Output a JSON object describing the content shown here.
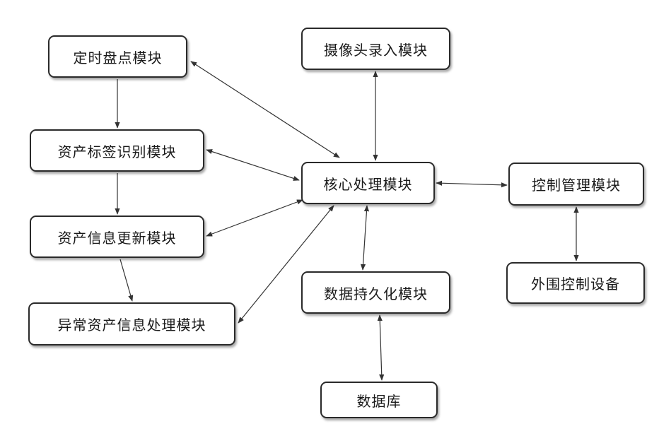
{
  "modules": {
    "timer": "定时盘点模块",
    "camera": "摄像头录入模块",
    "tag": "资产标签识别模块",
    "core": "核心处理模块",
    "control": "控制管理模块",
    "update": "资产信息更新模块",
    "persist": "数据持久化模块",
    "peripheral": "外围控制设备",
    "abnormal": "异常资产信息处理模块",
    "database": "数据库"
  },
  "connections": [
    {
      "from": "timer",
      "to": "tag",
      "direction": "one-way"
    },
    {
      "from": "tag",
      "to": "update",
      "direction": "one-way"
    },
    {
      "from": "update",
      "to": "abnormal",
      "direction": "one-way"
    },
    {
      "from": "timer",
      "to": "core",
      "direction": "two-way"
    },
    {
      "from": "tag",
      "to": "core",
      "direction": "two-way"
    },
    {
      "from": "update",
      "to": "core",
      "direction": "two-way"
    },
    {
      "from": "abnormal",
      "to": "core",
      "direction": "two-way"
    },
    {
      "from": "camera",
      "to": "core",
      "direction": "two-way"
    },
    {
      "from": "core",
      "to": "persist",
      "direction": "two-way"
    },
    {
      "from": "core",
      "to": "control",
      "direction": "two-way"
    },
    {
      "from": "control",
      "to": "peripheral",
      "direction": "two-way"
    },
    {
      "from": "persist",
      "to": "database",
      "direction": "two-way"
    }
  ],
  "colors": {
    "border": "#2a2a2a",
    "arrow": "#333333",
    "text": "#1a1a1a",
    "background": "#ffffff"
  }
}
